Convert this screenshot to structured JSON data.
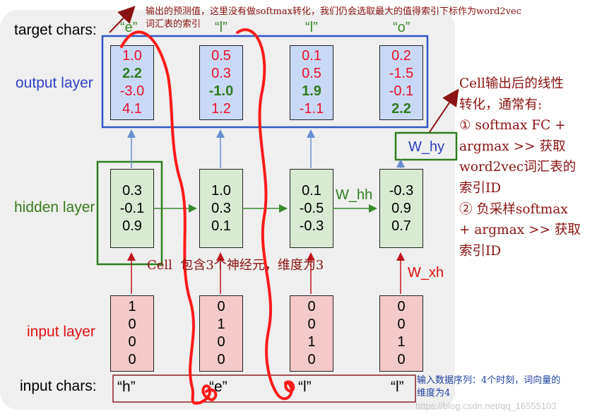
{
  "labels": {
    "target_chars": "target chars:",
    "output_layer": "output layer",
    "hidden_layer": "hidden layer",
    "input_layer": "input layer",
    "input_chars": "input chars:",
    "w_hy": "W_hy",
    "w_hh": "W_hh",
    "w_xh": "W_xh"
  },
  "target_chars": [
    "“e”",
    "“l”",
    "“l”",
    "“o”"
  ],
  "input_chars": [
    "“h”",
    "“e”",
    "“l”",
    "“l”"
  ],
  "output_cells": [
    [
      "1.0",
      "2.2",
      "-3.0",
      "4.1"
    ],
    [
      "0.5",
      "0.3",
      "-1.0",
      "1.2"
    ],
    [
      "0.1",
      "0.5",
      "1.9",
      "-1.1"
    ],
    [
      "0.2",
      "-1.5",
      "-0.1",
      "2.2"
    ]
  ],
  "output_highlight_rows": [
    1,
    2,
    2,
    3
  ],
  "hidden_cells": [
    [
      "0.3",
      "-0.1",
      "0.9"
    ],
    [
      "1.0",
      "0.3",
      "0.1"
    ],
    [
      "0.1",
      "-0.5",
      "-0.3"
    ],
    [
      "-0.3",
      "0.9",
      "0.7"
    ]
  ],
  "input_cells": [
    [
      "1",
      "0",
      "0",
      "0"
    ],
    [
      "0",
      "1",
      "0",
      "0"
    ],
    [
      "0",
      "0",
      "1",
      "0"
    ],
    [
      "0",
      "0",
      "1",
      "0"
    ]
  ],
  "annotations": {
    "top_note_line1": "输出的预测值，这里没有做softmax转化，我们仍会选取最大的值得索引下标作为word2vec",
    "top_note_line2": "词汇表的索引",
    "right_note_lines": [
      "Cell输出后的线性",
      "转化，通常有:",
      "① softmax FC +",
      "argmax >> 获取",
      "word2vec词汇表的",
      "索引ID",
      "② 负采样softmax",
      "+ argmax >> 获取",
      "索引ID"
    ],
    "cell_note": "Cell  包含3个神经元，维度为3",
    "input_note_line1": "输入数据序列：4个时刻，词向量的",
    "input_note_line2": "维度为4",
    "watermark": "https://blog.csdn.net/qq_16555103"
  },
  "colors": {
    "output_box": "#c9d9f5",
    "hidden_box": "#d9ead3",
    "input_box": "#f3c9c9",
    "output_value": "#e8102a",
    "output_max": "#2e7d1e",
    "blue_frame": "#2f56c6",
    "green_frame": "#2e7d1e",
    "annotation": "#8a1212",
    "freehand_stroke": "#ff1a1a"
  }
}
